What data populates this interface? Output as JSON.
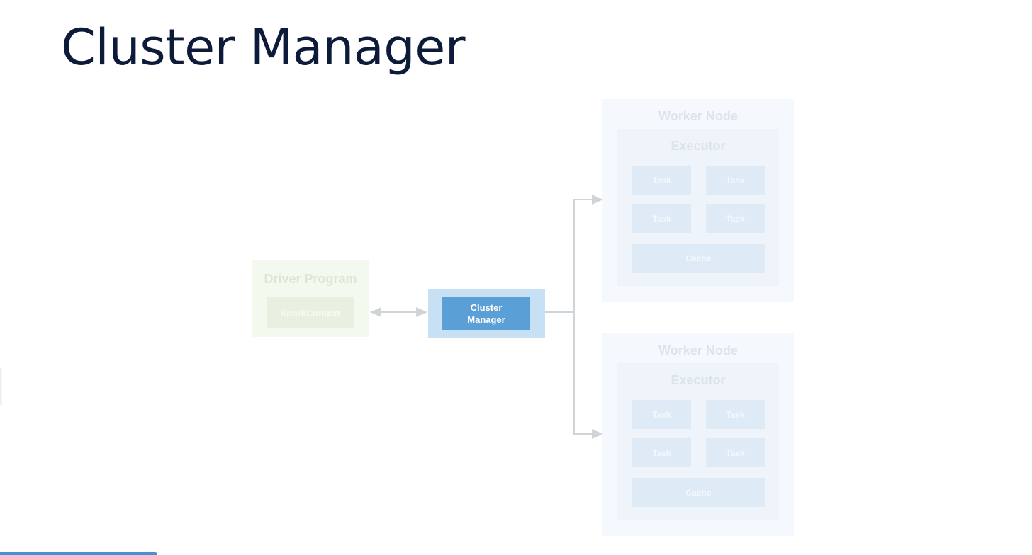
{
  "slide": {
    "title": "Cluster Manager"
  },
  "diagram": {
    "driver": {
      "title": "Driver Program",
      "context_label": "SparkContext"
    },
    "cluster_manager": {
      "line1": "Cluster",
      "line2": "Manager"
    },
    "workers": [
      {
        "title": "Worker Node",
        "executor_title": "Executor",
        "tasks": [
          "Task",
          "Task",
          "Task",
          "Task"
        ],
        "cache_label": "Cache"
      },
      {
        "title": "Worker Node",
        "executor_title": "Executor",
        "tasks": [
          "Task",
          "Task",
          "Task",
          "Task"
        ],
        "cache_label": "Cache"
      }
    ]
  },
  "colors": {
    "title_text": "#0e1a3a",
    "cluster_manager_fill": "#5a9fd6",
    "cluster_manager_halo": "#c7e0f3",
    "connector": "#cfd4d9",
    "accent_bar": "#4a8fd6"
  }
}
